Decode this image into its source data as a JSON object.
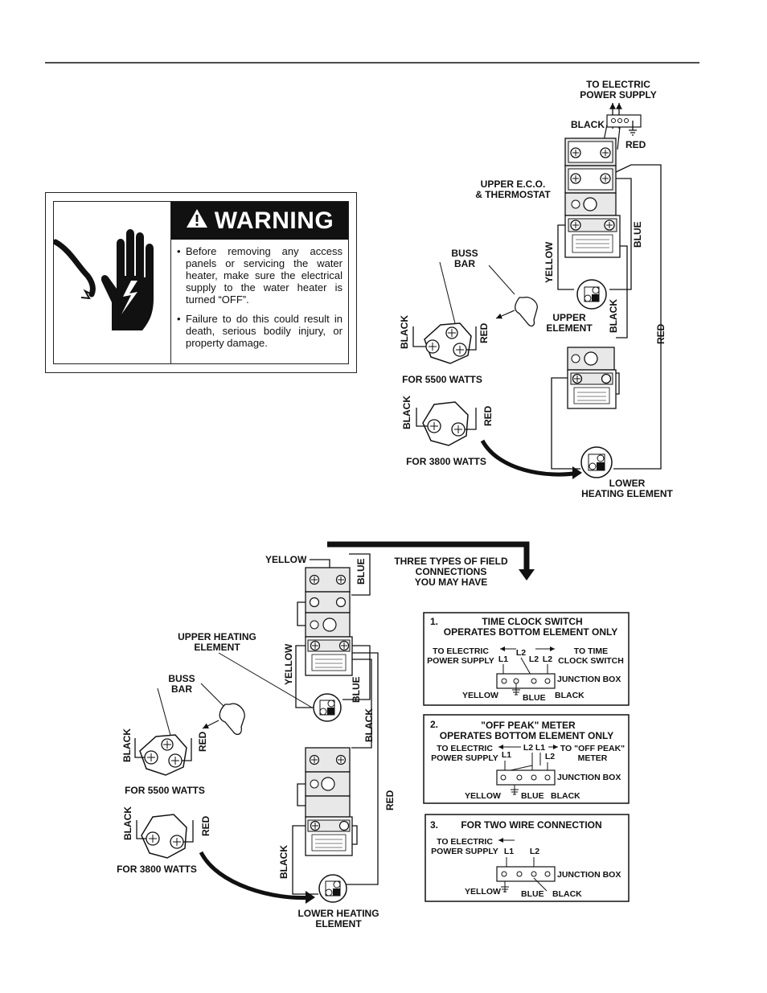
{
  "warning": {
    "title": "WARNING",
    "messages": [
      "Before removing any access panels or servicing the water heater, make sure the electrical supply to the water heater is turned “OFF”.",
      "Failure to do this could result in death, serious bodily injury, or property damage."
    ]
  },
  "diagram1": {
    "supply": [
      "TO ELECTRIC",
      "POWER SUPPLY"
    ],
    "black": "BLACK",
    "red_top": "RED",
    "eco": [
      "UPPER E.C.O.",
      "& THERMOSTAT"
    ],
    "yellow": "YELLOW",
    "blue": "BLUE",
    "buss": [
      "BUSS",
      "BAR"
    ],
    "upper_element": [
      "UPPER",
      "ELEMENT"
    ],
    "black_vert": "BLACK",
    "red_vert": "RED",
    "inset_black": "BLACK",
    "inset_red": "RED",
    "watts_5500": "FOR 5500 WATTS",
    "watts_3800": "FOR 3800 WATTS",
    "lower_element": [
      "LOWER",
      "HEATING ELEMENT"
    ]
  },
  "diagram2": {
    "yellow_top": "YELLOW",
    "blue_top": "BLUE",
    "three_types": [
      "THREE TYPES OF FIELD",
      "CONNECTIONS",
      "YOU MAY HAVE"
    ],
    "upper_heating": [
      "UPPER HEATING",
      "ELEMENT"
    ],
    "yellow_vert": "YELLOW",
    "blue_vert": "BLUE",
    "buss": [
      "BUSS",
      "BAR"
    ],
    "black_vert": "BLACK",
    "red_vert": "RED",
    "black_lower": "BLACK",
    "inset_black": "BLACK",
    "inset_red": "RED",
    "watts_5500": "FOR 5500 WATTS",
    "watts_3800": "FOR 3800 WATTS",
    "lower_heating": [
      "LOWER HEATING",
      "ELEMENT"
    ]
  },
  "boxes": [
    {
      "number": "1.",
      "title": [
        "TIME CLOCK SWITCH",
        "OPERATES BOTTOM ELEMENT ONLY"
      ],
      "left_label": [
        "TO ELECTRIC",
        "POWER SUPPLY"
      ],
      "right_label": [
        "TO TIME",
        "CLOCK SWITCH"
      ],
      "terminals": [
        "L1",
        "L2",
        "L2",
        "L2"
      ],
      "junction": "JUNCTION BOX",
      "yellow": "YELLOW",
      "blue": "BLUE",
      "black": "BLACK"
    },
    {
      "number": "2.",
      "title": [
        "\"OFF PEAK\" METER",
        "OPERATES BOTTOM ELEMENT ONLY"
      ],
      "left_label": [
        "TO ELECTRIC",
        "POWER SUPPLY"
      ],
      "right_label": [
        "TO \"OFF PEAK\"",
        "METER"
      ],
      "terminals": [
        "L1",
        "L2",
        "L1",
        "L2"
      ],
      "junction": "JUNCTION BOX",
      "yellow": "YELLOW",
      "blue": "BLUE",
      "black": "BLACK"
    },
    {
      "number": "3.",
      "title": [
        "FOR TWO WIRE CONNECTION"
      ],
      "left_label": [
        "TO ELECTRIC",
        "POWER SUPPLY"
      ],
      "terminals": [
        "L1",
        "L2"
      ],
      "junction": "JUNCTION BOX",
      "yellow": "YELLOW",
      "blue": "BLUE",
      "black": "BLACK"
    }
  ]
}
